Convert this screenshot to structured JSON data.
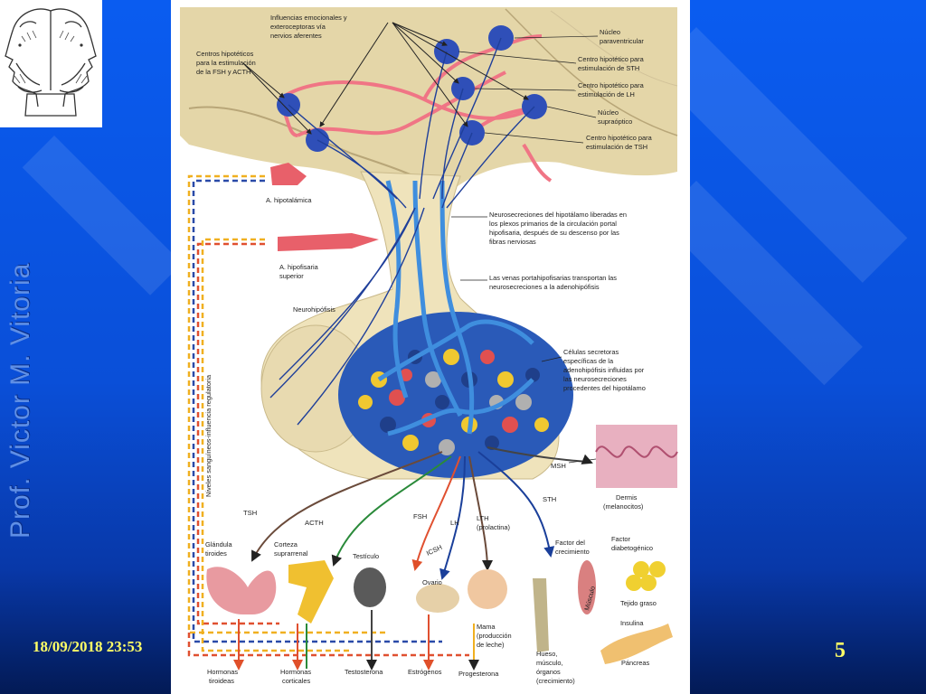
{
  "slide": {
    "side_title": "Prof. Victor M. Vitoria",
    "date": "18/09/2018 23:53",
    "number": "5",
    "logo_icon": "janus-head-icon"
  },
  "colors": {
    "background": "#0a4fd8",
    "date_text": "#ffff66",
    "side_title": "#5f8fe6"
  },
  "diagram": {
    "top_labels": {
      "influencias": [
        "Influencias emocionales y",
        "exteroceptoras vía",
        "nervios aferentes"
      ],
      "centros_fsh": [
        "Centros hipotéticos",
        "para la estimulación",
        "de la FSH y ACTH"
      ],
      "nucleo_para": [
        "Núcleo",
        "paraventricular"
      ],
      "centro_sth": [
        "Centro hipotético para",
        "estimulación de STH"
      ],
      "centro_lh": [
        "Centro hipotético para",
        "estimulación de LH"
      ],
      "nucleo_supra": [
        "Núcleo",
        "supraóptico"
      ],
      "centro_tsh": [
        "Centro hipotético para",
        "estimulación de TSH"
      ]
    },
    "arteries": {
      "hipotalamica": "A. hipotalámica",
      "hipofisaria": [
        "A. hipofisaria",
        "superior"
      ]
    },
    "mid_labels": {
      "neurosecreciones": [
        "Neurosecreciones del hipotálamo liberadas en",
        "los plexos primarios de la circulación portal",
        "hipofisaria, después de su descenso por las",
        "fibras nerviosas"
      ],
      "venas": [
        "Las venas portahipofisarias transportan las",
        "neurosecreciones a la adenohipófisis"
      ],
      "neurohipofisis": "Neurohipófisis",
      "celulas": [
        "Células secretoras",
        "específicas de la",
        "adenohipófisis influidas por",
        "las neurosecreciones",
        "procedentes del hipotálamo"
      ],
      "niveles": "Niveles sanguíneos-influencia regulatoria"
    },
    "hormones": {
      "msh": "MSH",
      "dermis": [
        "Dermis",
        "(melanocitos)"
      ],
      "sth": "STH",
      "tsh": "TSH",
      "acth": "ACTH",
      "fsh": "FSH",
      "lh": "LH",
      "lth": [
        "LTH",
        "(prolactina)"
      ],
      "icsh": "ICSH"
    },
    "organs": {
      "tiroides": [
        "Glándula",
        "tiroides"
      ],
      "corteza": [
        "Corteza",
        "suprarrenal"
      ],
      "testiculo": "Testículo",
      "ovario": "Ovario",
      "mama": [
        "Mama",
        "(producción",
        "de leche)"
      ],
      "factor_crec": [
        "Factor del",
        "crecimiento"
      ],
      "factor_diab": [
        "Factor",
        "diabetogénico"
      ],
      "musculo": "Músculo",
      "tejido": "Tejido graso",
      "insulina": "Insulina",
      "hueso": [
        "Hueso,",
        "músculo,",
        "órganos",
        "(crecimiento)"
      ],
      "pancreas": "Páncreas"
    },
    "outputs": {
      "tiroideas": [
        "Hormonas",
        "tiroideas"
      ],
      "corticales": [
        "Hormonas",
        "corticales"
      ],
      "testosterona": "Testosterona",
      "estrogenos": "Estrógenos",
      "progesterona": "Progesterona"
    }
  }
}
